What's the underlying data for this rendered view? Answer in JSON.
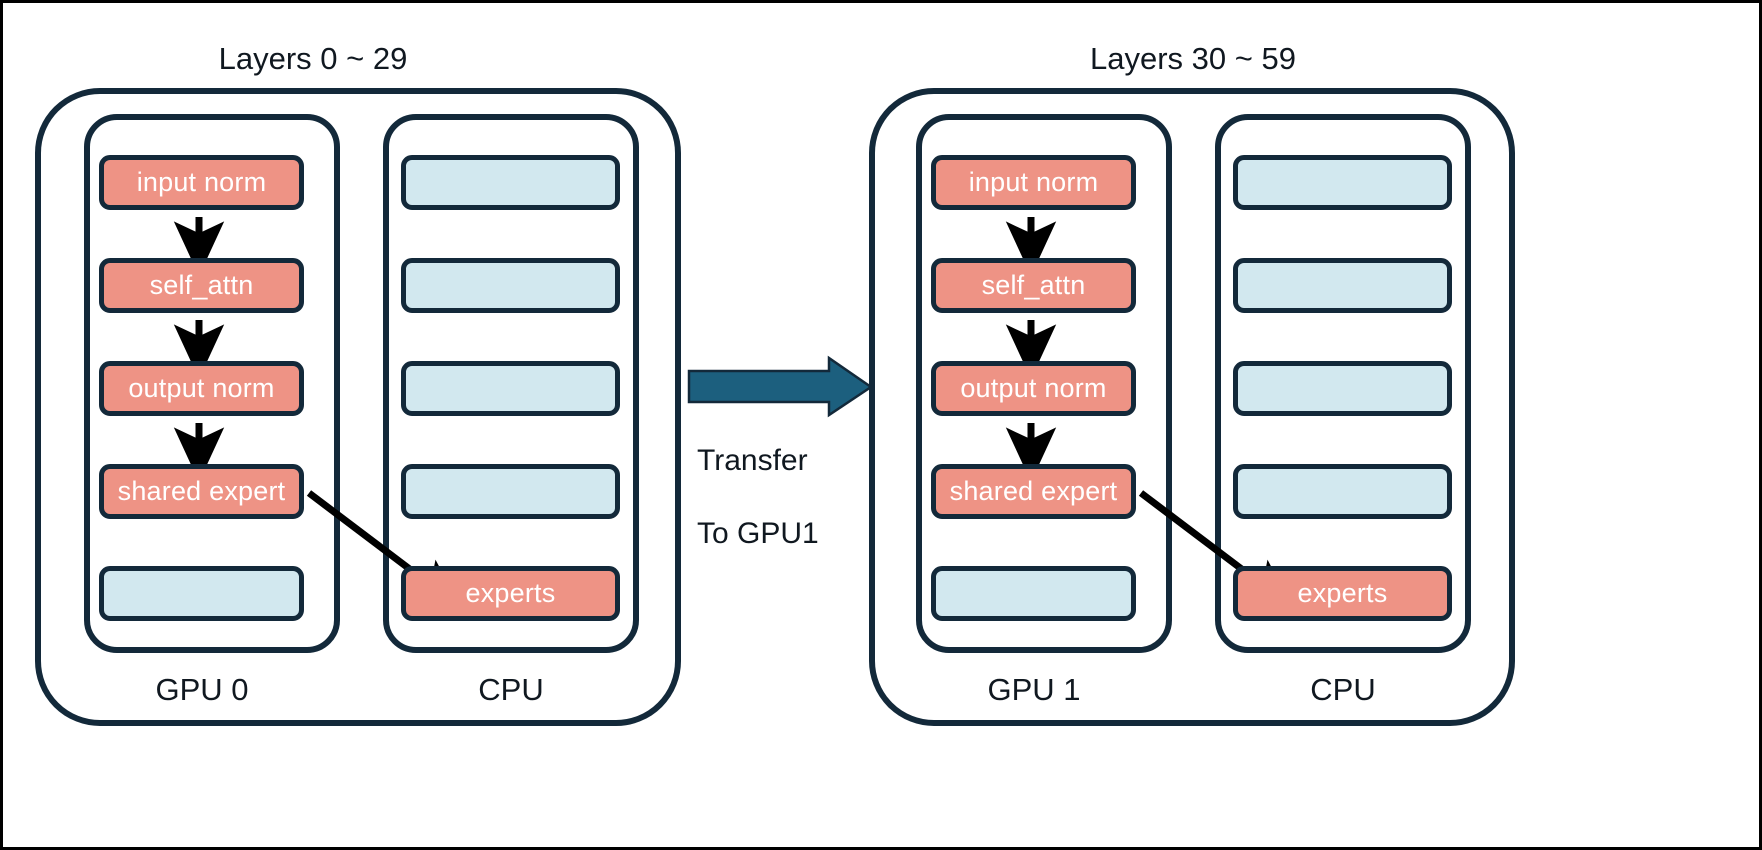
{
  "diagram": {
    "title_hidden": "MoE layer placement across GPU 0 / GPU 1 with CPU expert offload",
    "colors": {
      "active_block": "#ee9385",
      "inactive_block": "#d2e8ef",
      "stroke": "#13293a",
      "transfer_arrow": "#1c5f7e",
      "flow_arrow": "#000000",
      "background": "#ffffff",
      "frame": "#000000"
    },
    "groups": [
      {
        "id": "group-left",
        "title": "Layers 0 ~ 29",
        "columns": [
          {
            "id": "gpu0",
            "label": "GPU 0",
            "blocks": [
              {
                "label": "input norm",
                "state": "active"
              },
              {
                "label": "self_attn",
                "state": "active"
              },
              {
                "label": "output norm",
                "state": "active"
              },
              {
                "label": "shared expert",
                "state": "active"
              },
              {
                "label": "",
                "state": "inactive"
              }
            ]
          },
          {
            "id": "cpu0",
            "label": "CPU",
            "blocks": [
              {
                "label": "",
                "state": "inactive"
              },
              {
                "label": "",
                "state": "inactive"
              },
              {
                "label": "",
                "state": "inactive"
              },
              {
                "label": "",
                "state": "inactive"
              },
              {
                "label": "experts",
                "state": "active"
              }
            ]
          }
        ]
      },
      {
        "id": "group-right",
        "title": "Layers 30 ~ 59",
        "columns": [
          {
            "id": "gpu1",
            "label": "GPU 1",
            "blocks": [
              {
                "label": "input norm",
                "state": "active"
              },
              {
                "label": "self_attn",
                "state": "active"
              },
              {
                "label": "output norm",
                "state": "active"
              },
              {
                "label": "shared expert",
                "state": "active"
              },
              {
                "label": "",
                "state": "inactive"
              }
            ]
          },
          {
            "id": "cpu1",
            "label": "CPU",
            "blocks": [
              {
                "label": "",
                "state": "inactive"
              },
              {
                "label": "",
                "state": "inactive"
              },
              {
                "label": "",
                "state": "inactive"
              },
              {
                "label": "",
                "state": "inactive"
              },
              {
                "label": "experts",
                "state": "active"
              }
            ]
          }
        ]
      }
    ],
    "transfer": {
      "label": "Transfer\nTo GPU1",
      "line1": "Transfer",
      "line2": "To GPU1"
    }
  }
}
